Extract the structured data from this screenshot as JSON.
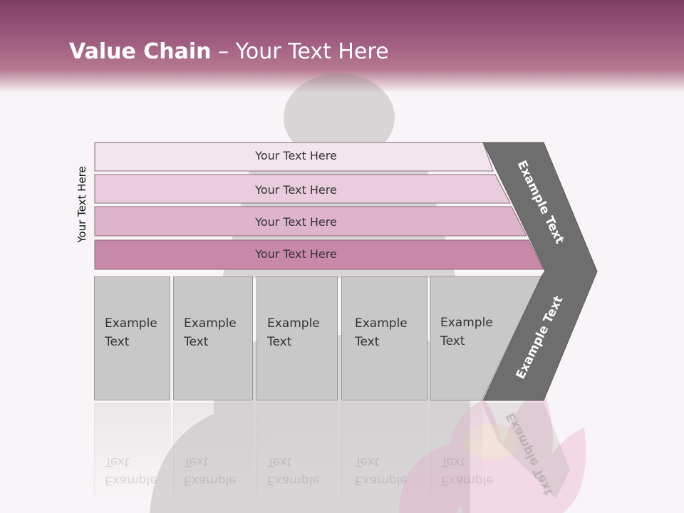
{
  "title": {
    "bold": "Value Chain",
    "rest": " – Your Text Here"
  },
  "side_label": "Your Text Here",
  "bands": [
    {
      "label": "Your Text Here",
      "color": "#f3e5ee"
    },
    {
      "label": "Your Text Here",
      "color": "#e9cddd"
    },
    {
      "label": "Your Text Here",
      "color": "#ddb4c9"
    },
    {
      "label": "Your Text Here",
      "color": "#c888a7"
    }
  ],
  "activity_boxes": [
    {
      "line1": "Example",
      "line2": "Text"
    },
    {
      "line1": "Example",
      "line2": "Text"
    },
    {
      "line1": "Example",
      "line2": "Text"
    },
    {
      "line1": "Example",
      "line2": "Text"
    },
    {
      "line1": "Example",
      "line2": "Text"
    }
  ],
  "chevron": {
    "upper_label": "Example Text",
    "lower_label": "Example Text",
    "color": "#6e6e6e"
  }
}
